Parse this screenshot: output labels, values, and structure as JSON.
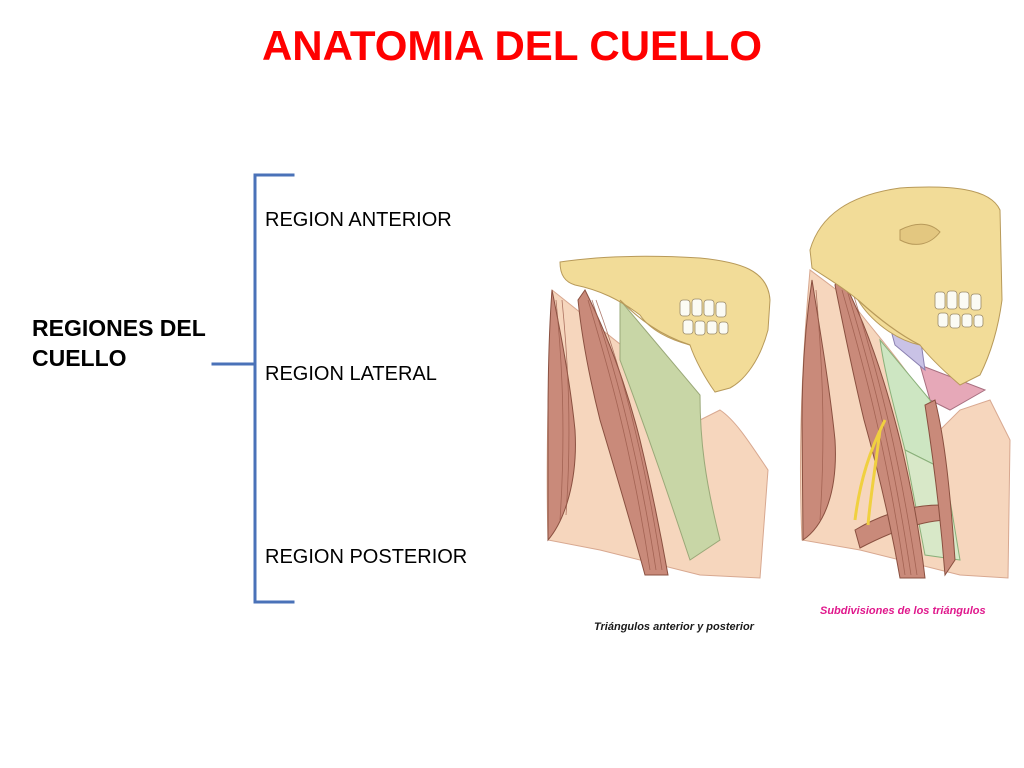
{
  "title": "ANATOMIA DEL CUELLO",
  "root": {
    "line1": "REGIONES DEL",
    "line2": "CUELLO"
  },
  "regions": [
    {
      "label": "REGION ANTERIOR"
    },
    {
      "label": "REGION LATERAL"
    },
    {
      "label": "REGION POSTERIOR"
    }
  ],
  "figures": [
    {
      "caption": "Triángulos anterior y posterior",
      "caption_color": "#1a1a1a"
    },
    {
      "caption": "Subdivisiones de los triángulos",
      "caption_color": "#e0188c"
    }
  ],
  "colors": {
    "title": "#ff0000",
    "bracket": "#4a72b8",
    "bone": "#f2dc98",
    "muscle": "#c98a7a",
    "skin_anterior": "#f6d6bd",
    "triangle_green": "#c8d6a6"
  }
}
